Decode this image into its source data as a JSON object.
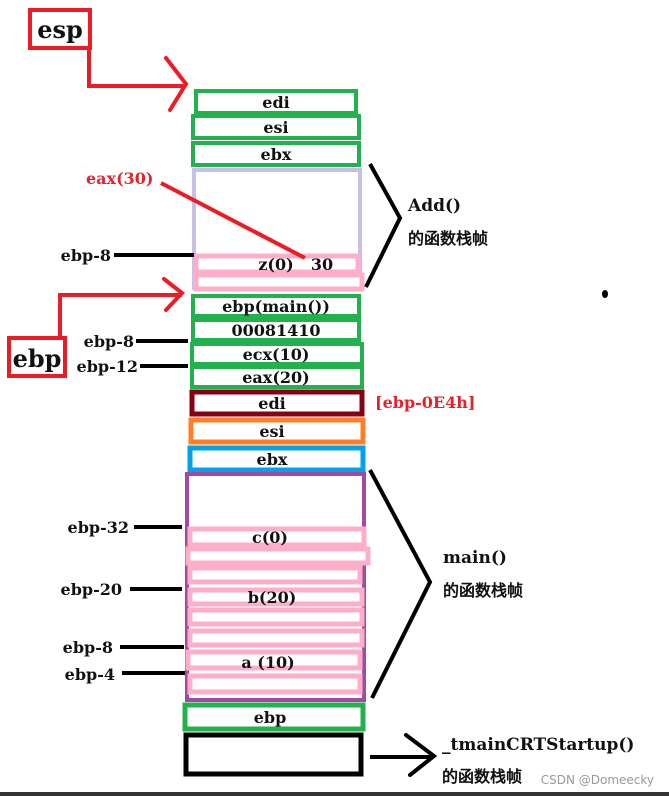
{
  "pointers": {
    "esp": "esp",
    "ebp": "ebp"
  },
  "add_frame": {
    "saved_regs": [
      "edi",
      "esi",
      "ebx"
    ],
    "local_z": "z(0)",
    "z_value": "30",
    "eax_annotation": "eax(30)",
    "z_offset": "ebp-8",
    "title": "Add()",
    "subtitle": "的函数栈帧"
  },
  "between": {
    "ebp_main": "ebp(main())",
    "return_addr": "00081410",
    "ecx": "ecx(10)",
    "eax": "eax(20)",
    "ecx_offset": "ebp-8",
    "eax_offset": "ebp-12"
  },
  "main_frame": {
    "saved_regs": [
      "edi",
      "esi",
      "ebx"
    ],
    "edi_annotation": "[ebp-0E4h]",
    "c": "c(0)",
    "b": "b(20)",
    "a": "a (10)",
    "c_offset": "ebp-32",
    "b_offset": "ebp-20",
    "a_offset_top": "ebp-8",
    "a_offset": "ebp-4",
    "ebp": "ebp",
    "title": "main()",
    "subtitle": "的函数栈帧"
  },
  "startup_frame": {
    "title": "_tmainCRTStartup()",
    "subtitle": "的函数栈帧"
  },
  "watermark": "CSDN @Domeecky",
  "colors": {
    "green": "#22b14c",
    "red": "#ed1c24",
    "lavender": "#c8bfe7",
    "pink": "#ffaec9",
    "darkred": "#880015",
    "orange": "#ff7f27",
    "blue": "#00a2e8",
    "purple": "#a349a4",
    "black": "#000000"
  }
}
